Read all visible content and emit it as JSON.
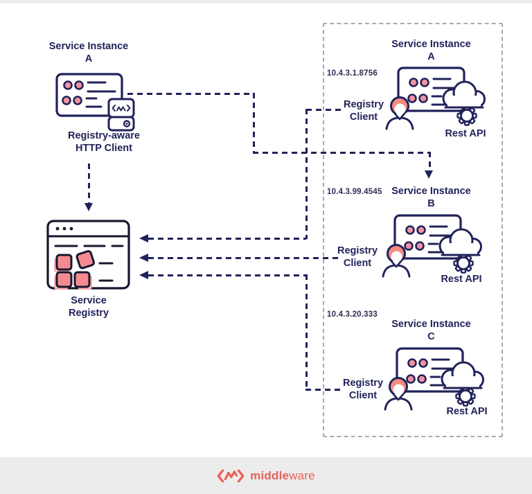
{
  "left": {
    "instance_title": "Service Instance A",
    "http_client_label": "Registry-aware HTTP Client",
    "registry_label": "Service Registry"
  },
  "cluster": {
    "instances": [
      {
        "ip": "10.4.3.1.8756",
        "title": "Service Instance A",
        "registry_client": "Registry Client",
        "rest_api": "Rest API"
      },
      {
        "ip": "10.4.3.99.4545",
        "title": "Service Instance B",
        "registry_client": "Registry Client",
        "rest_api": "Rest API"
      },
      {
        "ip": "10.4.3.20.333",
        "title": "Service Instance C",
        "registry_client": "Registry Client",
        "rest_api": "Rest API"
      }
    ]
  },
  "footer": {
    "brand_bold": "middle",
    "brand_light": "ware"
  },
  "colors": {
    "navy": "#20225A",
    "dark_outline": "#17172F",
    "pink": "#F291A0",
    "salmon": "#F58B7E",
    "coral": "#E6625A",
    "box_border": "#A8A8B4",
    "footer_bg": "#ECECEC"
  }
}
